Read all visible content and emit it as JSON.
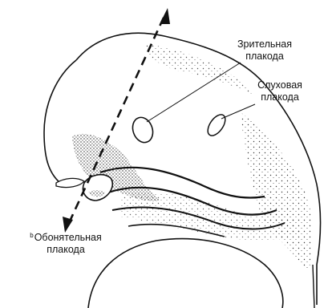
{
  "labels": {
    "optic_placode": {
      "line1": "Зрительная",
      "line2": "плакода"
    },
    "otic_placode": {
      "line1": "Слуховая",
      "line2": "плакода"
    },
    "olfactory_placode": {
      "prefix": "b",
      "line1": "Обонятельная",
      "line2": "плакода"
    }
  },
  "colors": {
    "ink": "#111111",
    "paper": "#ffffff"
  }
}
